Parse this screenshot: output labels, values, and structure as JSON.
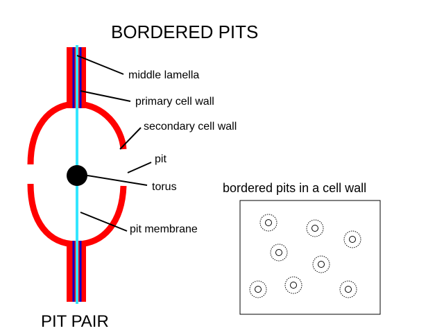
{
  "title": "BORDERED PITS",
  "caption": "PIT PAIR",
  "labels": {
    "middle_lamella": "middle lamella",
    "primary_cell_wall": "primary cell wall",
    "secondary_cell_wall": "secondary cell wall",
    "pit": "pit",
    "torus": "torus",
    "pit_membrane": "pit membrane"
  },
  "inset_title": "bordered pits in a cell wall",
  "colors": {
    "wall": "#ff0000",
    "middle_lamella": "#33e6ff",
    "primary_wall": "#0000cc",
    "torus": "#000000",
    "leader_lines": "#000000",
    "background": "#ffffff"
  }
}
